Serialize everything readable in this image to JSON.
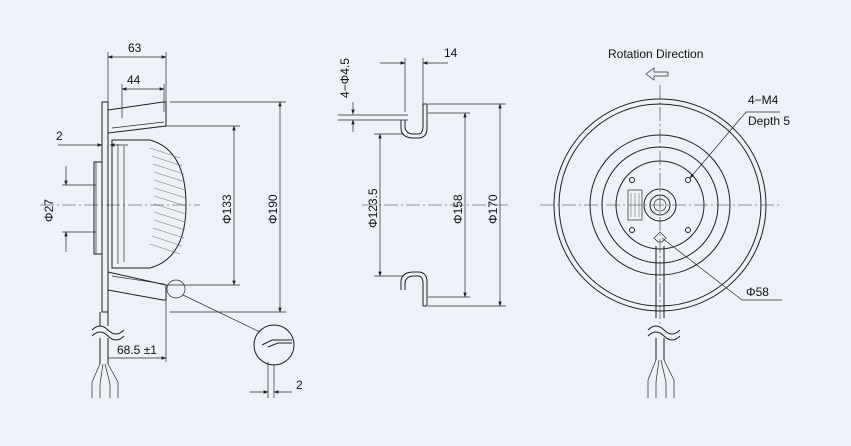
{
  "side_view": {
    "dim_overall_depth": "63",
    "dim_housing_depth": "44",
    "dim_flange_thickness": "2",
    "dim_hub_diameter": "Φ27",
    "dim_inlet_diameter": "Φ133",
    "dim_outer_diameter": "Φ190",
    "dim_cable_length": "68.5 ±1",
    "dim_detail_thickness": "2"
  },
  "section_view": {
    "dim_holes": "4−Φ4.5",
    "dim_offset": "14",
    "dim_bolt_circle": "Φ123.5",
    "dim_flange_diameter": "Φ158",
    "dim_overall_diameter": "Φ170"
  },
  "front_view": {
    "rotation_label": "Rotation  Direction",
    "thread_label": "4−M4",
    "depth_label": "Depth 5",
    "dim_hub_circle": "Φ58"
  }
}
